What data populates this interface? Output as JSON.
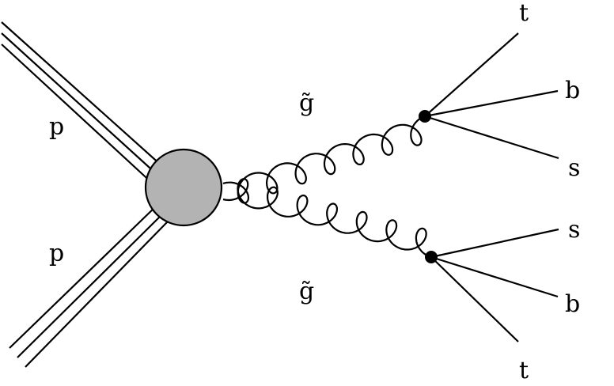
{
  "diagram": {
    "incoming": [
      {
        "label": "p"
      },
      {
        "label": "p"
      }
    ],
    "intermediate": [
      {
        "label": "g̃"
      },
      {
        "label": "g̃"
      }
    ],
    "outgoing_top": [
      {
        "label": "t"
      },
      {
        "label": "b"
      },
      {
        "label": "s"
      }
    ],
    "outgoing_bottom": [
      {
        "label": "s"
      },
      {
        "label": "b"
      },
      {
        "label": "t"
      }
    ],
    "colors": {
      "blob": "#b3b3b3",
      "line": "#000000"
    }
  }
}
